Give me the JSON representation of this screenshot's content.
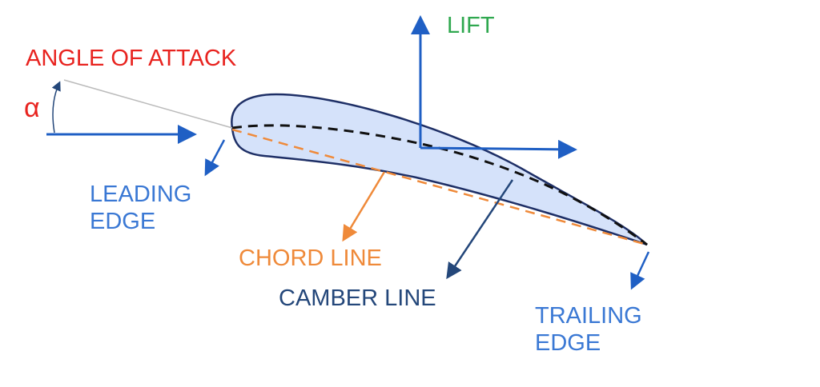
{
  "labels": {
    "angle_of_attack": "ANGLE OF ATTACK",
    "alpha": "α",
    "lift": "LIFT",
    "leading_edge": [
      "LEADING",
      "EDGE"
    ],
    "chord_line": "CHORD LINE",
    "camber_line": "CAMBER LINE",
    "trailing_edge": [
      "TRAILING",
      "EDGE"
    ]
  },
  "colors": {
    "red": "#e8231f",
    "green": "#2fa84f",
    "blue": "#3a78d4",
    "orange": "#ef8a3a",
    "navy": "#24477a",
    "fill": "#d5e2fa",
    "arrow": "#1f5fc4"
  }
}
